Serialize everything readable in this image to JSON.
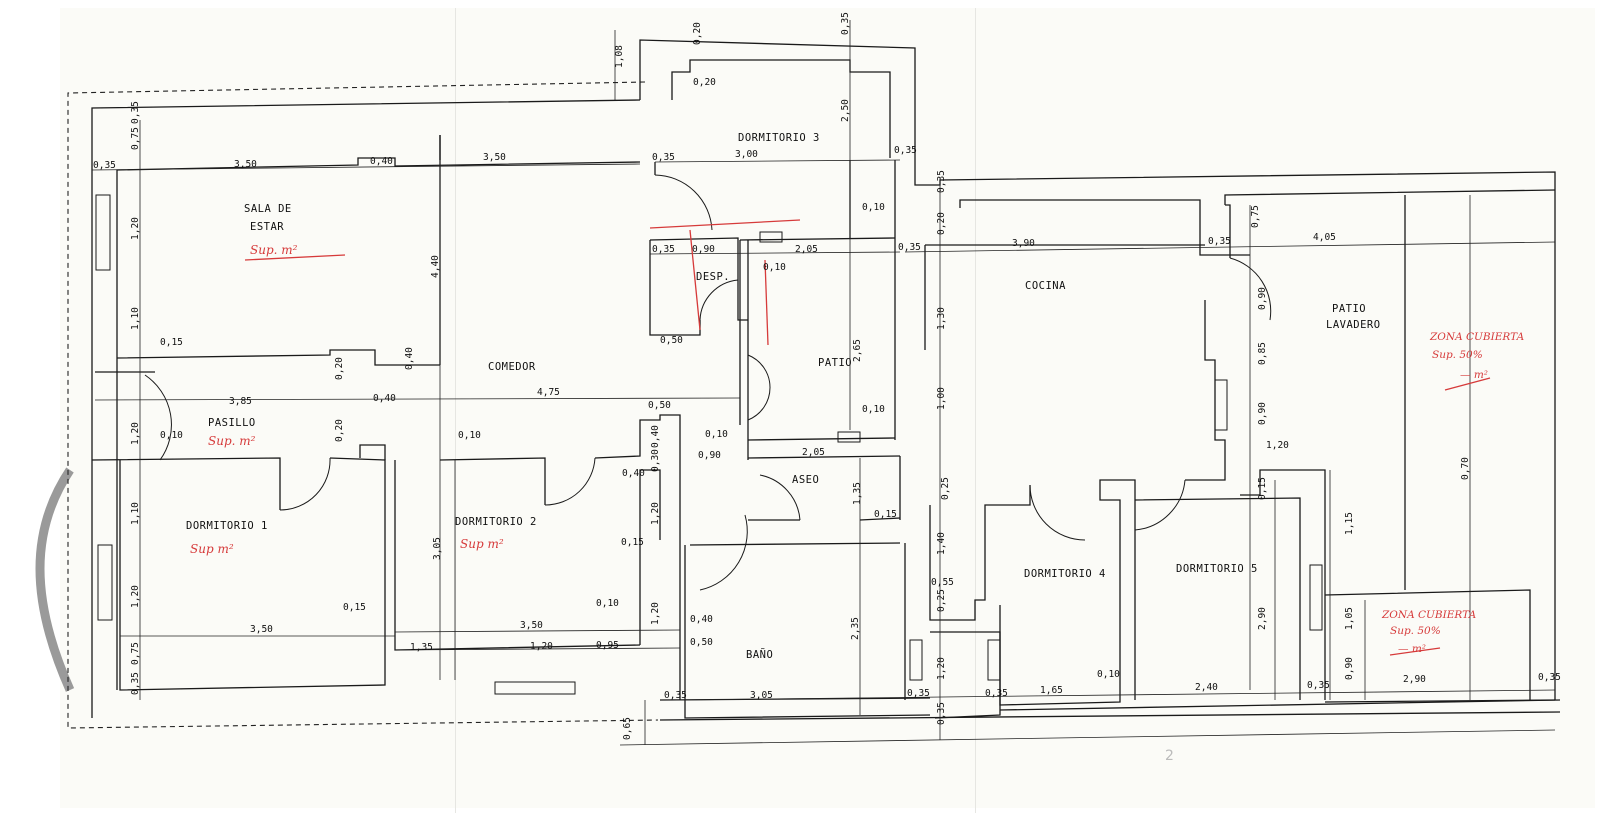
{
  "colors": {
    "ink": "#111111",
    "wall": "#1a1a1a",
    "annotation": "#d63a3a",
    "paper": "#fbfbf7",
    "fold": "#e6e6e2"
  },
  "rooms": {
    "sala_line1": "SALA DE",
    "sala_line2": "ESTAR",
    "comedor": "COMEDOR",
    "dormitorio3": "DORMITORIO 3",
    "desp": "DESP.",
    "patio": "PATIO",
    "pasillo": "PASILLO",
    "dormitorio1": "DORMITORIO 1",
    "dormitorio2": "DORMITORIO 2",
    "aseo": "ASEO",
    "bano": "BAÑO",
    "cocina": "COCINA",
    "patio_lavadero_line1": "PATIO",
    "patio_lavadero_line2": "LAVADERO",
    "dormitorio4": "DORMITORIO 4",
    "dormitorio5": "DORMITORIO 5"
  },
  "annotations": {
    "sup_sala": "Sup.  m²",
    "sup_pasillo": "Sup. m²",
    "sup_dorm1": "Sup  m²",
    "sup_dorm2": "Sup  m²",
    "zona1_line1": "ZONA CUBIERTA",
    "zona1_line2": "Sup. 50%",
    "zona1_line3": "— m²",
    "zona2_line1": "ZONA CUBIERTA",
    "zona2_line2": "Sup. 50%",
    "zona2_line3": "— m²"
  },
  "page_number": "2",
  "dimensions": [
    "1,08",
    "0,20",
    "0,20",
    "0,35",
    "0,35",
    "0,75",
    "0,35",
    "3,50",
    "0,40",
    "3,50",
    "0,35",
    "3,00",
    "2,50",
    "0,35",
    "0,35",
    "0,10",
    "0,20",
    "1,20",
    "0,35",
    "0,90",
    "2,05",
    "0,10",
    "0,35",
    "3,90",
    "0,35",
    "4,05",
    "0,75",
    "4,40",
    "1,10",
    "0,50",
    "2,65",
    "1,30",
    "0,90",
    "0,15",
    "0,40",
    "0,20",
    "0,85",
    "3,85",
    "0,40",
    "4,75",
    "0,50",
    "0,10",
    "1,00",
    "0,90",
    "1,20",
    "0,10",
    "0,20",
    "0,10",
    "0,40",
    "0,10",
    "0,90",
    "2,05",
    "1,20",
    "0,40",
    "0,30",
    "0,25",
    "1,10",
    "1,35",
    "0,15",
    "1,20",
    "3,05",
    "0,15",
    "0,70",
    "1,40",
    "1,15",
    "1,20",
    "0,55",
    "0,15",
    "0,10",
    "1,20",
    "0,40",
    "0,25",
    "0,15",
    "3,50",
    "3,50",
    "2,35",
    "2,90",
    "1,05",
    "1,35",
    "1,20",
    "0,95",
    "0,50",
    "0,75",
    "1,20",
    "0,90",
    "0,35",
    "0,35",
    "3,05",
    "0,35",
    "0,35",
    "1,65",
    "0,10",
    "2,40",
    "0,35",
    "2,90",
    "0,35",
    "0,65",
    "0,35"
  ]
}
